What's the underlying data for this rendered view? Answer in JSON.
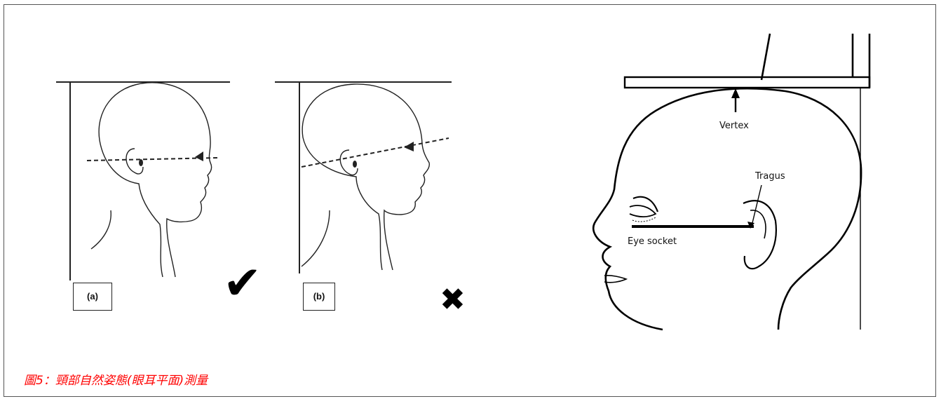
{
  "panels": {
    "a": {
      "label": "(a)",
      "mark": "✔"
    },
    "b": {
      "label": "(b)",
      "mark": "✖"
    }
  },
  "annotations": {
    "vertex": "Vertex",
    "tragus": "Tragus",
    "eye_socket": "Eye socket"
  },
  "caption": "圖5：頸部自然姿態(眼耳平面)測量",
  "colors": {
    "caption": "#ff0000",
    "line": "#000000"
  }
}
